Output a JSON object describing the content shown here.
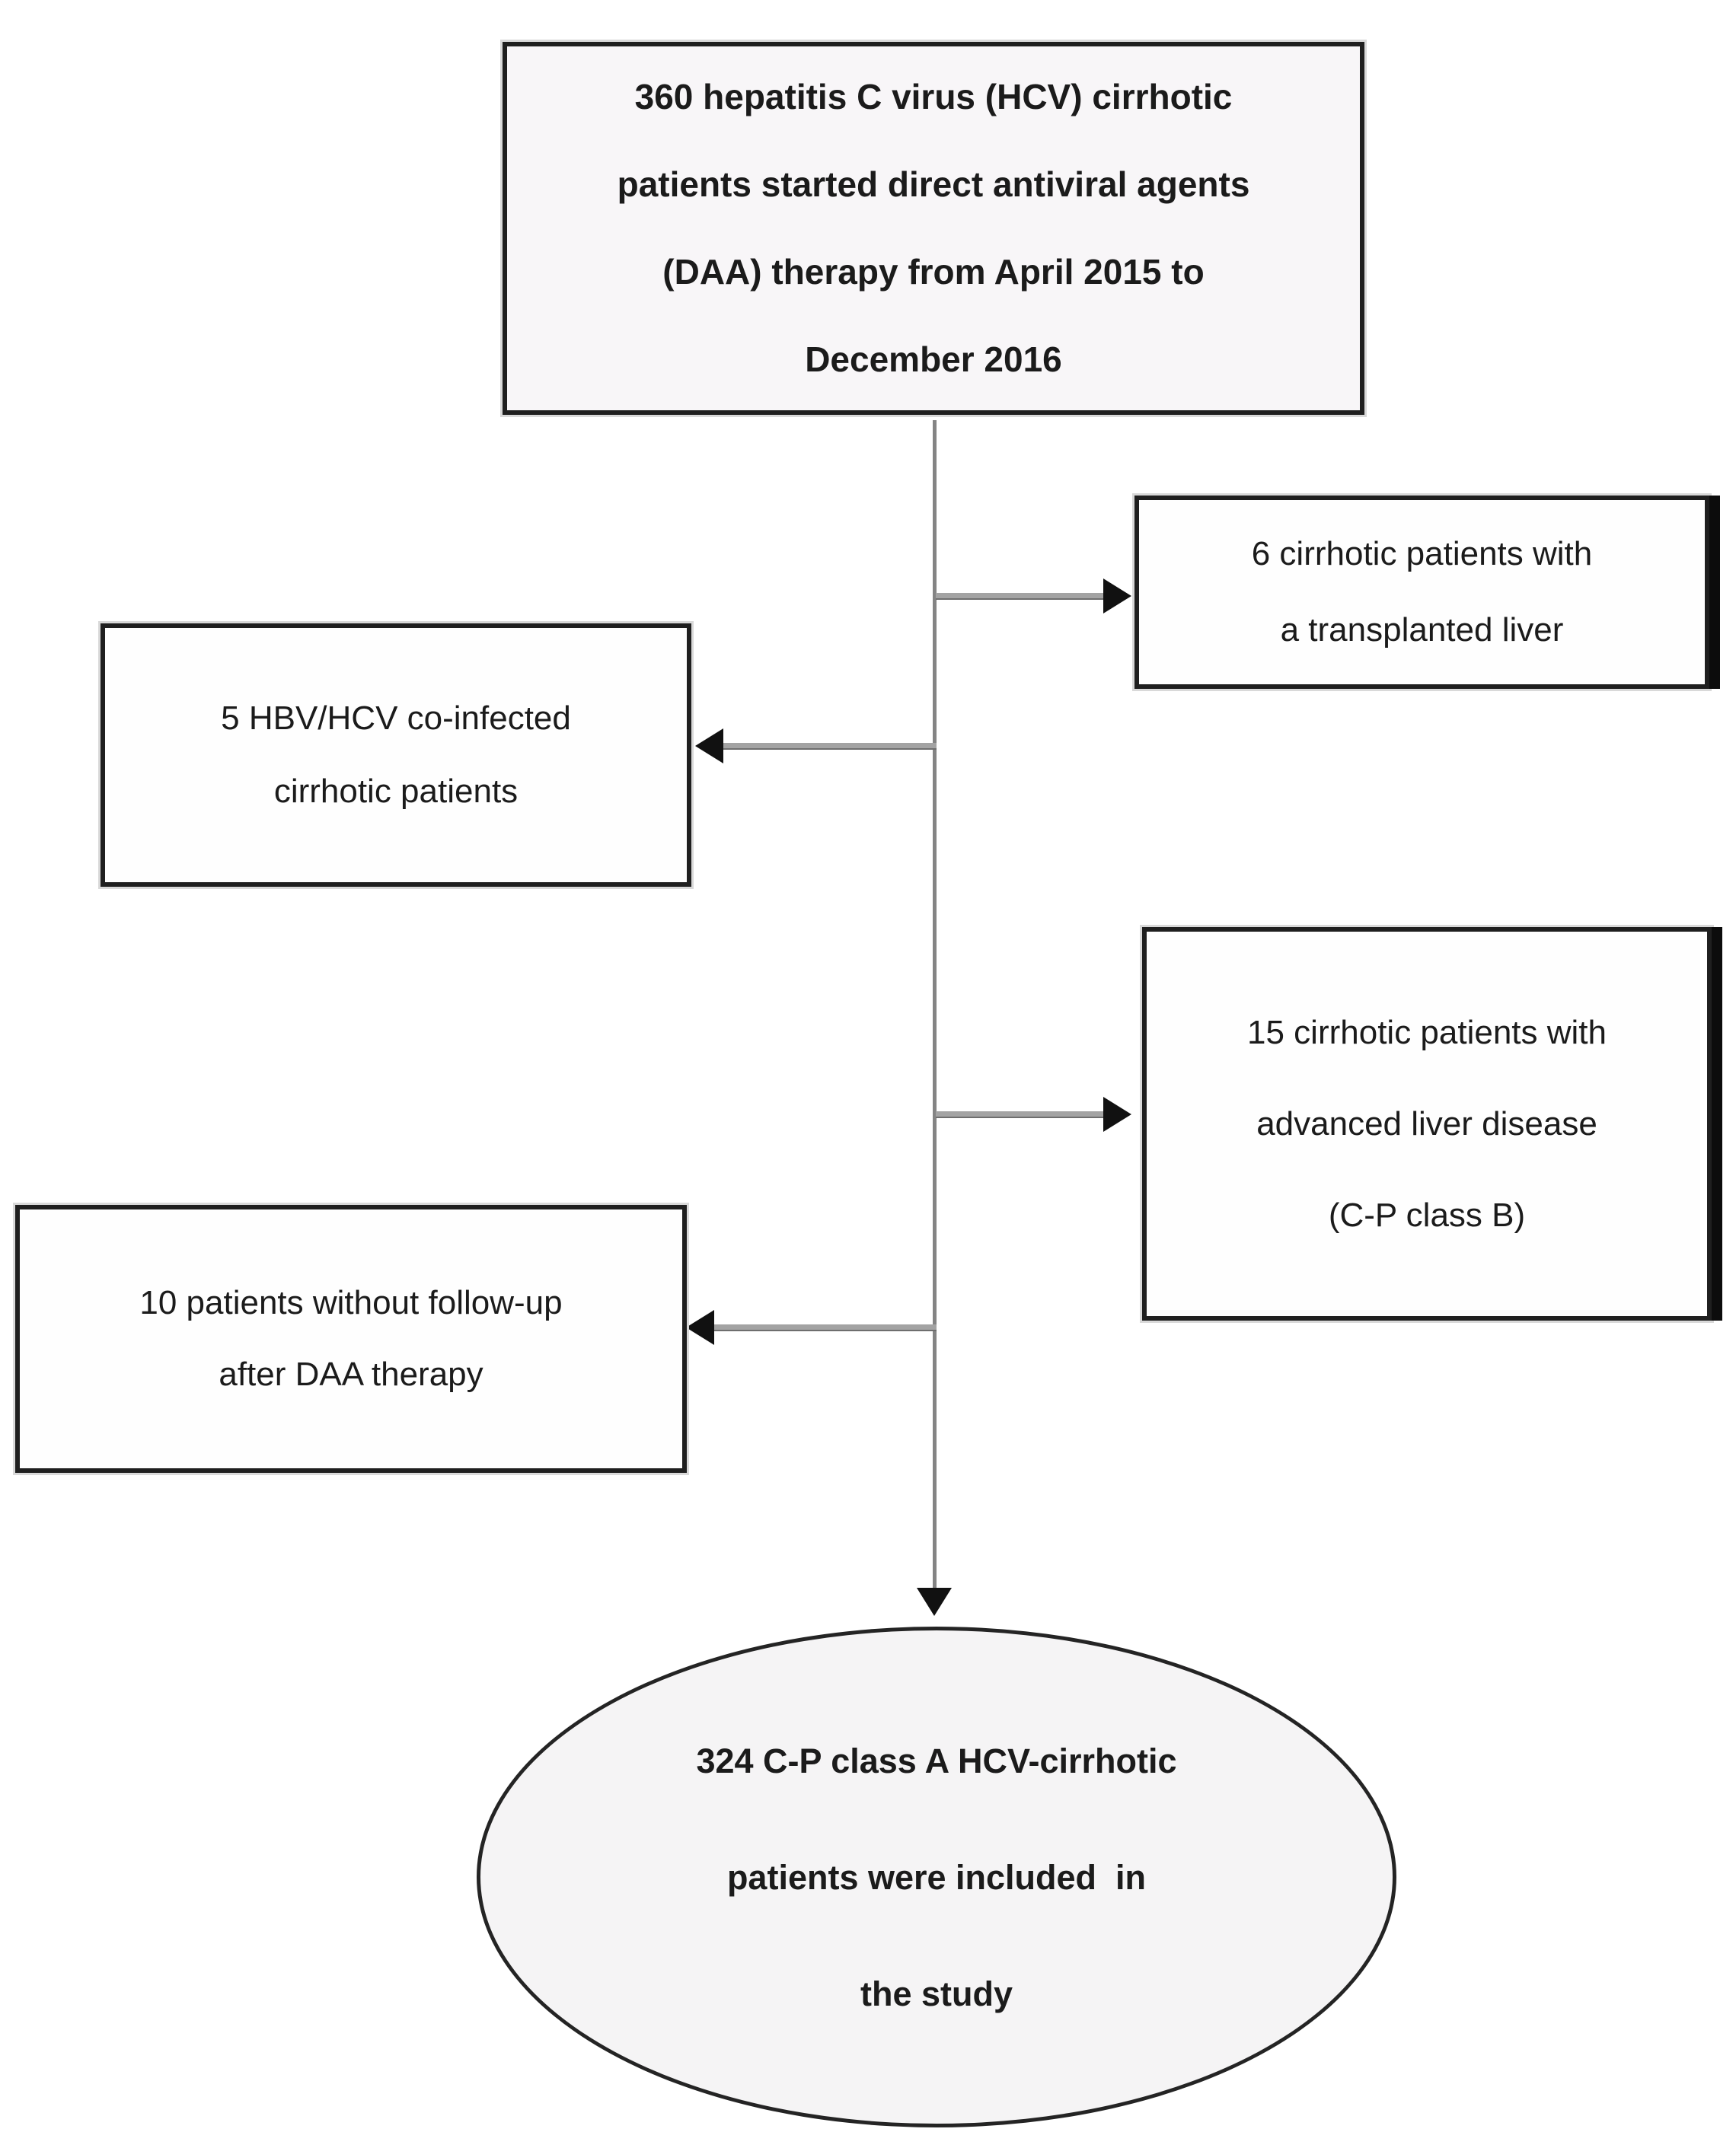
{
  "palette": {
    "background": "#ffffff",
    "box_border": "#1f1f1f",
    "start_fill": "#f8f6f8",
    "side_box_fill": "#fefefe",
    "ellipse_fill": "#f5f4f5",
    "connector_gray": "#a3a3a3",
    "main_line_gray": "#848484",
    "arrowhead_color": "#111111",
    "text_color": "#1b1b1b"
  },
  "nodes": {
    "start": {
      "shape": "rectangle",
      "lines": [
        "360 hepatitis C virus (HCV) cirrhotic",
        "patients started direct antiviral agents",
        "(DAA) therapy from April 2015 to",
        "December 2016"
      ]
    },
    "excluded_transplant": {
      "shape": "rectangle",
      "lines": [
        "6 cirrhotic patients with",
        "a transplanted liver"
      ]
    },
    "excluded_coinfected": {
      "shape": "rectangle",
      "lines": [
        "5 HBV/HCV co-infected",
        "cirrhotic patients"
      ]
    },
    "excluded_advanced": {
      "shape": "rectangle",
      "lines": [
        "15 cirrhotic patients with",
        "advanced liver disease",
        "(C-P class B)"
      ]
    },
    "excluded_no_followup": {
      "shape": "rectangle",
      "lines": [
        "10 patients without follow-up",
        "after DAA therapy"
      ]
    },
    "included": {
      "shape": "ellipse",
      "lines": [
        "324 C-P class A HCV-cirrhotic",
        "patients were included  in",
        "the study"
      ]
    }
  }
}
